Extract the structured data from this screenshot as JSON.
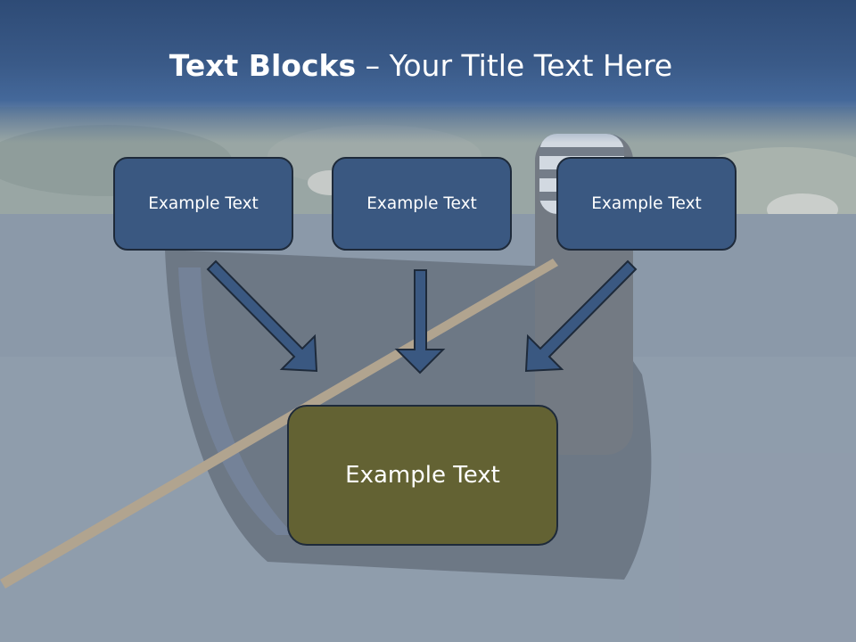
{
  "title": {
    "bold_text": "Text Blocks",
    "separator": " – ",
    "rest_text": "Your Title Text Here"
  },
  "boxes": {
    "left": "Example Text",
    "center": "Example Text",
    "right": "Example Text",
    "bottom": "Example Text"
  },
  "colors": {
    "title_band": "#3a5a88",
    "small_box_fill": "#3a5881",
    "bottom_box_fill": "#636233",
    "arrow_fill": "#3a5881",
    "outline": "#1e2a3a"
  },
  "background": {
    "subject": "gondola-photo"
  }
}
